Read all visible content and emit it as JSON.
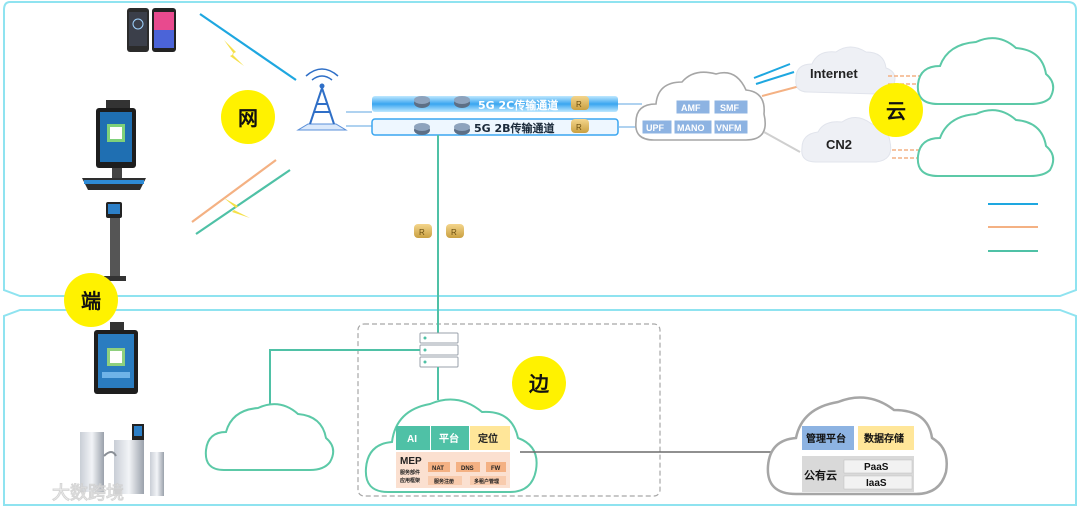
{
  "zones": {
    "net": "网",
    "device": "端",
    "cloud": "云",
    "edge": "边"
  },
  "channels": {
    "c2c": "5G 2C传输通道",
    "c2b": "5G 2B传输通道"
  },
  "core": [
    "AMF",
    "SMF",
    "UPF",
    "MANO",
    "VNFM"
  ],
  "internet": "Internet",
  "cn2": "CN2",
  "router_mark": "R",
  "edge_cloud": {
    "ai": "AI",
    "platform": "平台",
    "positioning": "定位",
    "mep": "MEP",
    "mep_sub1": "服务部件",
    "mep_sub2": "应用框架",
    "nat": "NAT",
    "dns": "DNS",
    "fw": "FW",
    "reg": "服务注册",
    "multi": "多租户管理"
  },
  "public_cloud": {
    "mgmt": "管理平台",
    "storage": "数据存储",
    "name": "公有云",
    "paas": "PaaS",
    "iaas": "IaaS"
  },
  "watermark": "大数跨境",
  "colors": {
    "blue_line": "#1ea7e0",
    "orange_line": "#f4b183",
    "teal_line": "#4fc1a6",
    "zone_badge": "#fff200",
    "panel_border": "#7fe0ef",
    "cloud_green": "#5cc9a7",
    "cloud_gray": "#a6a6a6"
  }
}
